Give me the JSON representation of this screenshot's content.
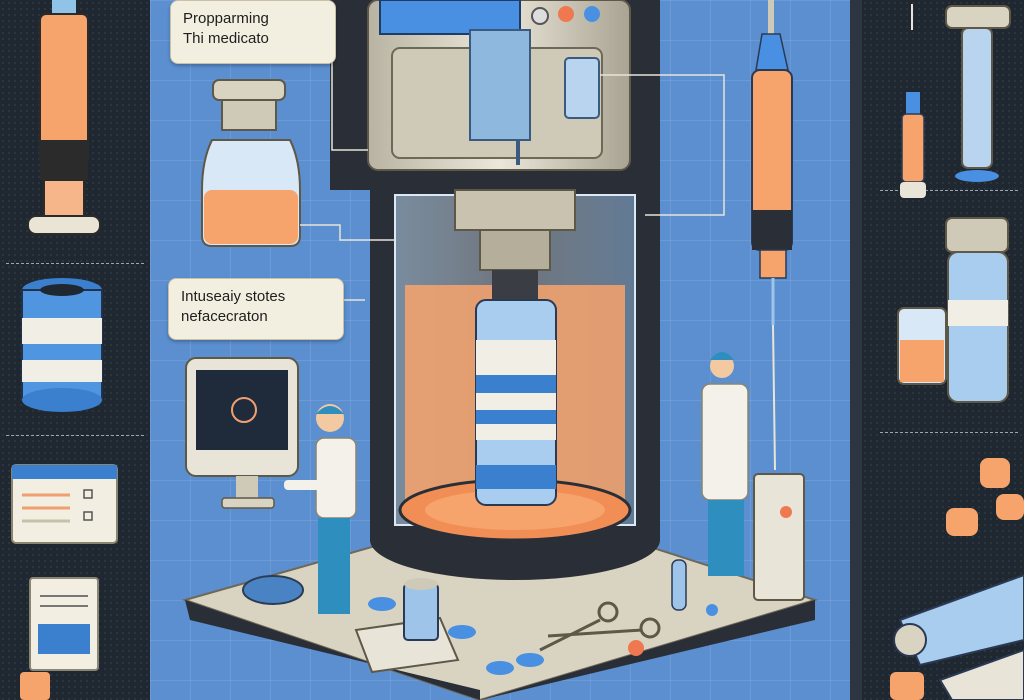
{
  "callouts": {
    "top": {
      "line1": "Propparming",
      "line2": "Thi medicato"
    },
    "middle": {
      "line1": "Intuseaiy stotes",
      "line2": "nefacecraton"
    }
  },
  "colors": {
    "background_blue": "#5b8fd0",
    "dark_panel": "#1f2731",
    "liquid_orange": "#f7a36c",
    "glass_blue": "#9ec4ea",
    "machine_cream": "#d9d3c2"
  },
  "icons": [
    "syringe-icon",
    "vial-icon",
    "monitor-icon",
    "scientist-icon",
    "scissors-icon",
    "keyboard-icon"
  ]
}
